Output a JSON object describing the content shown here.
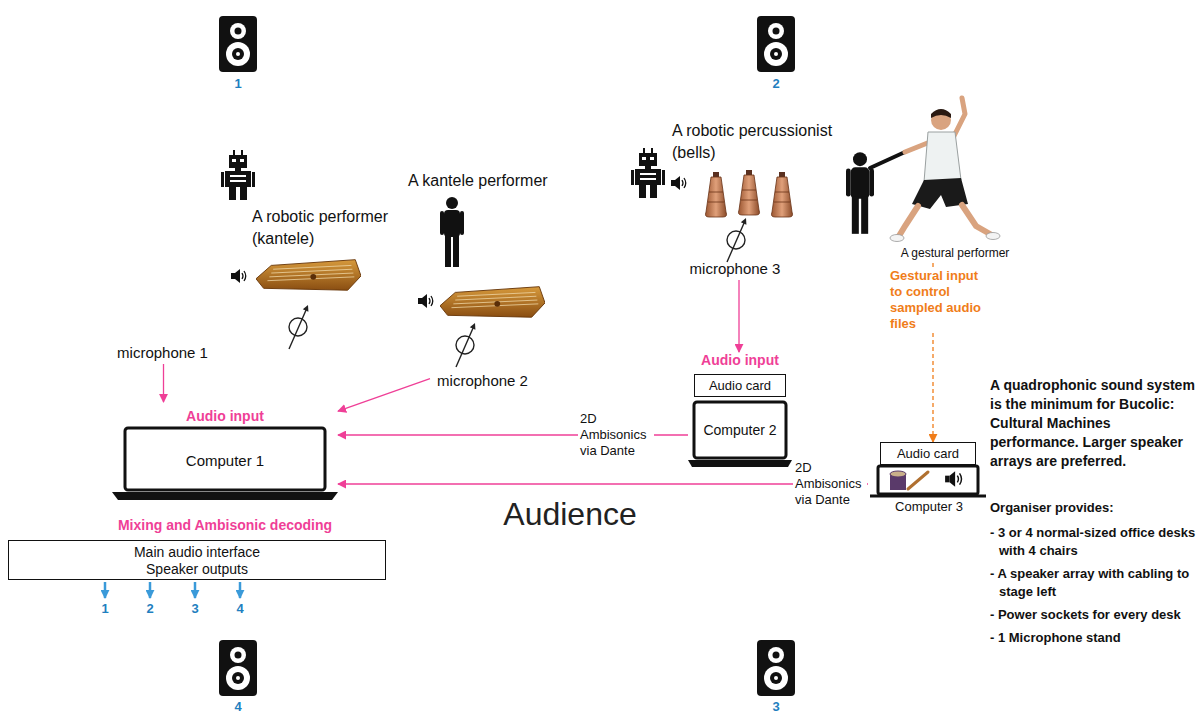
{
  "diagram": {
    "nodes": [
      {
        "text": [
          "microphone 1"
        ]
      },
      {
        "text": [
          "microphone 2"
        ]
      },
      {
        "text": [
          "Audio input",
          "Computer 1"
        ]
      },
      {
        "text": [
          "Audio input",
          "Audio card"
        ]
      },
      {
        "text": [
          "Computer 2"
        ]
      },
      {
        "text": [
          "microphone 3"
        ]
      },
      {
        "text": [
          "A gestural performer"
        ]
      },
      {
        "text": [
          "Audio card"
        ]
      },
      {
        "text": [
          "Computer 3"
        ]
      },
      {
        "text": [
          "Main audio interface",
          "Speaker outputs"
        ]
      }
    ],
    "edges": [
      {
        "from": 0,
        "to": 2,
        "arrow": "to"
      },
      {
        "from": 1,
        "to": 2,
        "arrow": "to"
      },
      {
        "from": 5,
        "to": 3,
        "arrow": "to"
      },
      {
        "from": 4,
        "to": 2,
        "label": "2D Ambisonics via Dante",
        "arrow": "to"
      },
      {
        "from": 8,
        "to": 2,
        "label": "2D Ambisonics via Dante",
        "arrow": "to"
      },
      {
        "from": 6,
        "to": 7,
        "label": "Gestural input to control sampled audio files",
        "arrow": "to"
      }
    ],
    "labels": [
      "1",
      "2",
      "4",
      "3",
      "A robotic performer (kantele)",
      "A kantele performer",
      "A robotic percussionist (bells)",
      "Mixing and Ambisonic decoding",
      "1",
      "2",
      "3",
      "4",
      "Audience",
      "A quadrophonic sound system is the minimum for Bucolic: Cultural Machines performance. Larger speaker arrays are preferred.",
      "Organiser provides:",
      "- 3 or 4 normal-sized office desks with 4 chairs",
      "- A speaker array with cabling to stage left",
      "- Power sockets for every desk",
      "- 1 Microphone stand"
    ]
  }
}
